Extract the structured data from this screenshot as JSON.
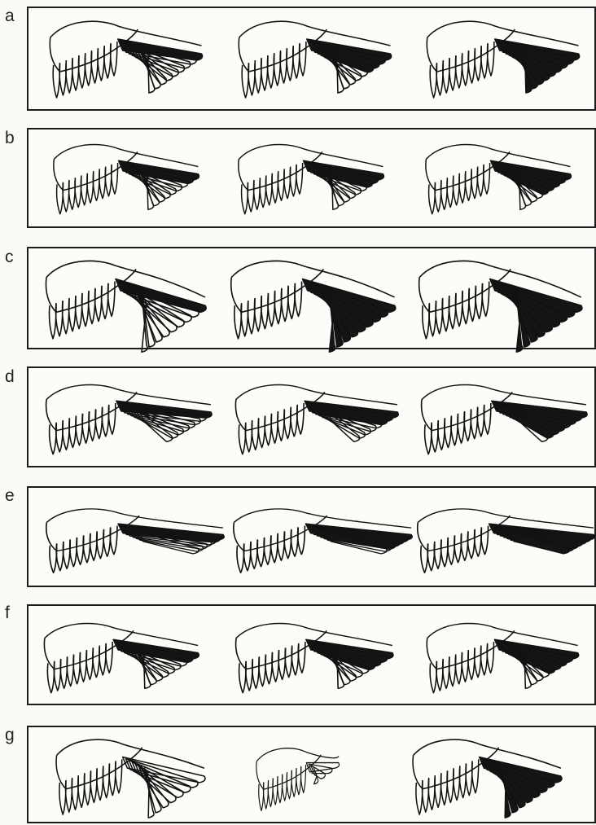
{
  "figure": {
    "rows": [
      {
        "letter": "a",
        "wings": [
          {
            "dark": 0.12,
            "shape": "broad"
          },
          {
            "dark": 0.48,
            "shape": "broad"
          },
          {
            "dark": 1.0,
            "shape": "broad"
          }
        ]
      },
      {
        "letter": "b",
        "wings": [
          {
            "dark": 0.18,
            "shape": "broad"
          },
          {
            "dark": 0.32,
            "shape": "broad"
          },
          {
            "dark": 0.55,
            "shape": "broad"
          }
        ]
      },
      {
        "letter": "c",
        "wings": [
          {
            "dark": 0.12,
            "shape": "rounded"
          },
          {
            "dark": 1.0,
            "shape": "rounded"
          },
          {
            "dark": 1.0,
            "shape": "rounded"
          }
        ]
      },
      {
        "letter": "d",
        "wings": [
          {
            "dark": 0.08,
            "shape": "pointed"
          },
          {
            "dark": 0.35,
            "shape": "pointed"
          },
          {
            "dark": 0.85,
            "shape": "pointed"
          }
        ]
      },
      {
        "letter": "e",
        "wings": [
          {
            "dark": 0.25,
            "shape": "long"
          },
          {
            "dark": 0.75,
            "shape": "long"
          },
          {
            "dark": 1.0,
            "shape": "long"
          }
        ]
      },
      {
        "letter": "f",
        "wings": [
          {
            "dark": 0.2,
            "shape": "broad"
          },
          {
            "dark": 0.4,
            "shape": "broad"
          },
          {
            "dark": 0.6,
            "shape": "broad"
          }
        ]
      },
      {
        "letter": "g",
        "wings": [
          {
            "dark": 0.0,
            "shape": "heavy"
          },
          {
            "dark": 0.0,
            "shape": "stub"
          },
          {
            "dark": 1.0,
            "shape": "heavy"
          }
        ]
      }
    ]
  }
}
